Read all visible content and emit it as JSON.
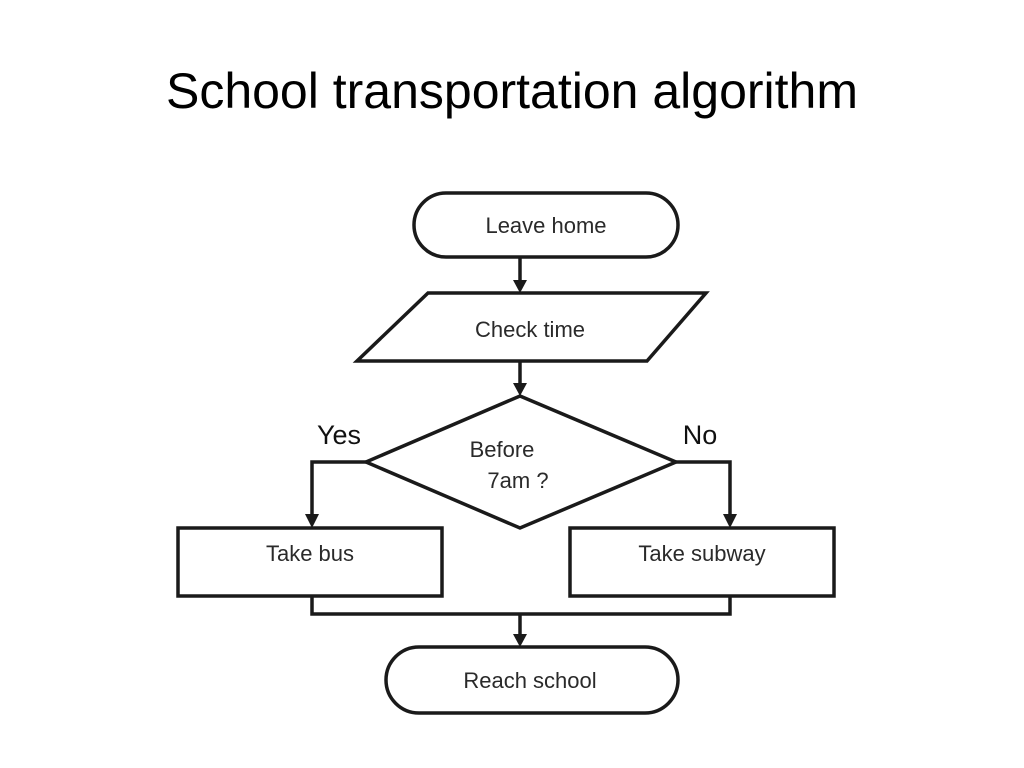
{
  "slide": {
    "title": "School transportation algorithm"
  },
  "flowchart": {
    "start": "Leave home",
    "input": "Check time",
    "decision": {
      "line1": "Before",
      "line2": "7am ?"
    },
    "branch_yes": "Yes",
    "branch_no": "No",
    "process_yes": "Take bus",
    "process_no": "Take subway",
    "end": "Reach school"
  },
  "colors": {
    "line": "#1a1a1a",
    "text": "#2a2a2a",
    "background": "#ffffff"
  }
}
